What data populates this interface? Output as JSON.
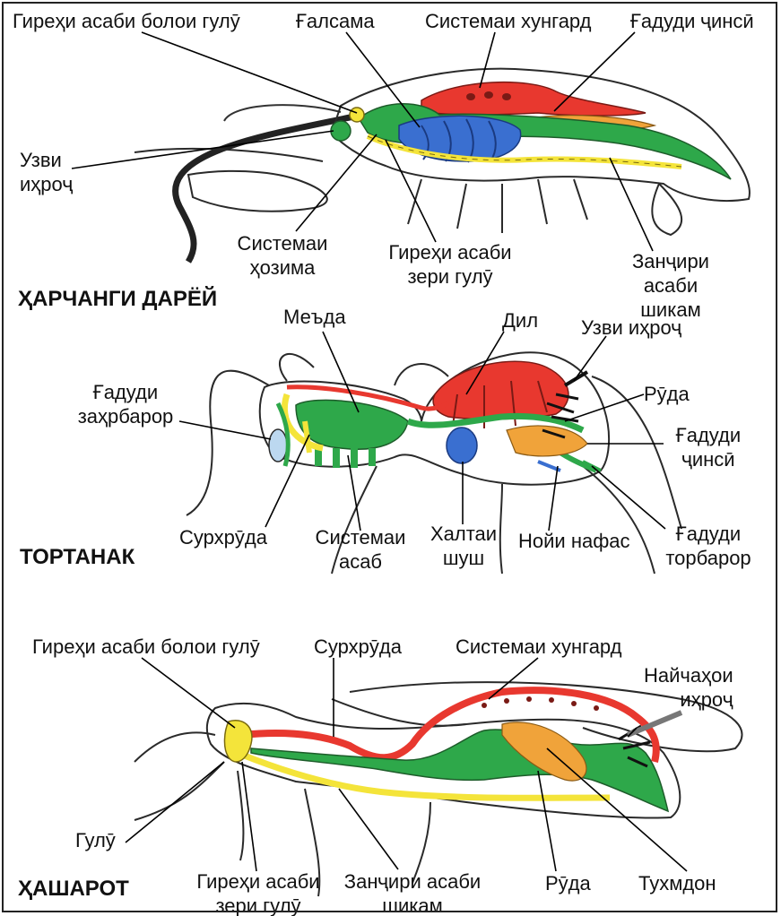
{
  "colors": {
    "outline": "#2a2a2a",
    "circulatory": "#e8382f",
    "digestive": "#2ea84a",
    "nervous": "#f4e43a",
    "gills": "#3a6fd0",
    "reproductive": "#f0a33a",
    "leader": "#000000"
  },
  "panels": [
    {
      "title": "ҲАРЧАНГИ ДАРЁЙ",
      "labels": [
        "Гиреҳи асаби болои гулӯ",
        "Ғалсама",
        "Системаи хунгард",
        "Ғадуди ҷинсӣ",
        "Узви\nиҳроҷ",
        "Системаи\nҳозима",
        "Гиреҳи асаби\nзери гулӯ",
        "Занҷири асаби\nшикам"
      ]
    },
    {
      "title": "ТОРТАНАК",
      "labels": [
        "Меъда",
        "Дил",
        "Узви иҳроҷ",
        "Ғадуди\nзаҳрбарор",
        "Рӯда",
        "Ғадуди\nҷинсӣ",
        "Сурхрӯда",
        "Системаи\nасаб",
        "Халтаи\nшуш",
        "Нойи нафас",
        "Ғадуди\nторбарор"
      ]
    },
    {
      "title": "ҲАШАРОТ",
      "labels": [
        "Гиреҳи асаби болои гулӯ",
        "Сурхрӯда",
        "Системаи хунгард",
        "Найчаҳои\nиҳроҷ",
        "Гулӯ",
        "Гиреҳи асаби\nзери гулӯ",
        "Занҷири асаби\nшикам",
        "Рӯда",
        "Тухмдон"
      ]
    }
  ]
}
